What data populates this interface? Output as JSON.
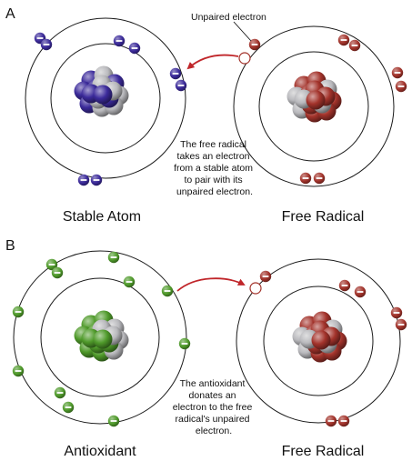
{
  "panel_a": {
    "letter": "A",
    "left_caption": "Stable Atom",
    "right_caption": "Free Radical",
    "unpaired_label": "Unpaired electron",
    "explanation": [
      "The free radical",
      "takes an electron",
      "from a stable atom",
      "to pair with its",
      "unpaired electron."
    ]
  },
  "panel_b": {
    "letter": "B",
    "left_caption": "Antioxidant",
    "right_caption": "Free Radical",
    "explanation": [
      "The antioxidant",
      "donates an",
      "electron to the free",
      "radical's unpaired",
      "electron."
    ]
  },
  "electron_symbol": "−",
  "colors": {
    "stable_atom": "#3b2a9a",
    "free_radical": "#a3332b",
    "antioxidant": "#4f9a2a",
    "nucleus_neutral": "#b9b9bd",
    "arrow": "#c0262a"
  }
}
